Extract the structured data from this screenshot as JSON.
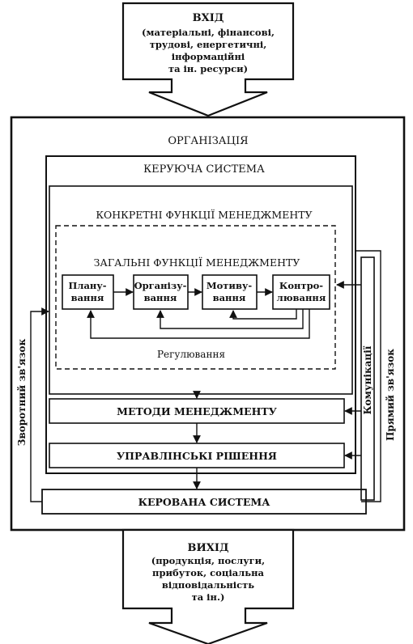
{
  "input": {
    "title": "ВХІД",
    "lines": [
      "(матеріальні, фінансові,",
      "трудові, енергетичні,",
      "інформаційні",
      "та ін. ресурси)"
    ]
  },
  "organization": {
    "label": "ОРГАНІЗАЦІЯ"
  },
  "control_system": {
    "label": "КЕРУЮЧА СИСТЕМА"
  },
  "specific_functions": {
    "label": "КОНКРЕТНІ ФУНКЦІЇ МЕНЕДЖМЕНТУ"
  },
  "general_functions": {
    "label": "ЗАГАЛЬНІ ФУНКЦІЇ МЕНЕДЖМЕНТУ",
    "planning": [
      "Плану-",
      "вання"
    ],
    "organizing": [
      "Організу-",
      "вання"
    ],
    "motivation": [
      "Мотиву-",
      "вання"
    ],
    "control": [
      "Контро-",
      "лювання"
    ]
  },
  "regulation": {
    "label": "Регулювання"
  },
  "methods": {
    "label": "МЕТОДИ МЕНЕДЖМЕНТУ"
  },
  "decisions": {
    "label": "УПРАВЛІНСЬКІ РІШЕННЯ"
  },
  "managed_system": {
    "label": "КЕРОВАНА СИСТЕМА"
  },
  "feedback": {
    "label": "Зворотний зв'язок"
  },
  "communications": {
    "label": "Комунікації"
  },
  "direct_link": {
    "label": "Прямий зв'язок"
  },
  "output": {
    "title": "ВИХІД",
    "lines": [
      "(продукція, послуги,",
      "прибуток, соціальна",
      "відповідальність",
      "та ін.)"
    ]
  }
}
